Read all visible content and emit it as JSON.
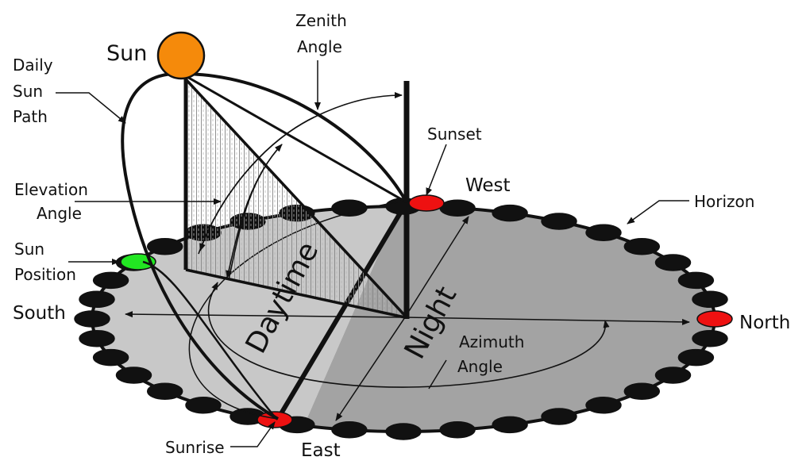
{
  "labels": {
    "sun": "Sun",
    "zenith_1": "Zenith",
    "zenith_2": "Angle",
    "daily_1": "Daily",
    "daily_2": "Sun",
    "daily_3": "Path",
    "sunset": "Sunset",
    "west": "West",
    "horizon": "Horizon",
    "elevation_1": "Elevation",
    "elevation_2": "Angle",
    "sunpos_1": "Sun",
    "sunpos_2": "Position",
    "south": "South",
    "north": "North",
    "azimuth_1": "Azimuth",
    "azimuth_2": "Angle",
    "sunrise": "Sunrise",
    "east": "East",
    "daytime": "Daytime",
    "night": "Night"
  },
  "colors": {
    "sun": "#f58a0b",
    "ground_day": "#c8c8c8",
    "ground_night": "#a3a3a3",
    "marker": "#111111",
    "sunrise_sunset_marker": "#ee1111",
    "north_marker": "#ee1111",
    "sun_position_marker": "#22e622",
    "elevation_hatch": "#9c9c9c"
  }
}
